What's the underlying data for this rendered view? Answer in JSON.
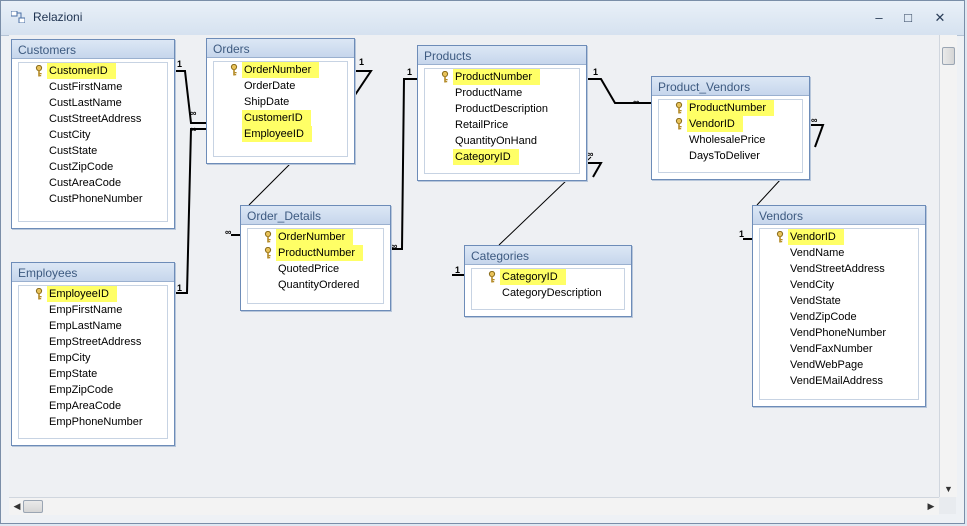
{
  "window": {
    "title": "Relazioni",
    "minimize": "–",
    "maximize": "□",
    "close": "✕"
  },
  "icons": {
    "app": "relationships-icon",
    "key": "primary-key-icon"
  },
  "colors": {
    "highlight": "#ffff66",
    "header": "#c6d6ec",
    "border": "#6d8cb8"
  },
  "relation_labels": {
    "one": "1",
    "many": "∞"
  },
  "tables": {
    "customers": {
      "title": "Customers",
      "fields": [
        {
          "name": "CustomerID",
          "key": true,
          "hl": true
        },
        {
          "name": "CustFirstName"
        },
        {
          "name": "CustLastName"
        },
        {
          "name": "CustStreetAddress"
        },
        {
          "name": "CustCity"
        },
        {
          "name": "CustState"
        },
        {
          "name": "CustZipCode"
        },
        {
          "name": "CustAreaCode"
        },
        {
          "name": "CustPhoneNumber"
        }
      ]
    },
    "employees": {
      "title": "Employees",
      "fields": [
        {
          "name": "EmployeeID",
          "key": true,
          "hl": true
        },
        {
          "name": "EmpFirstName"
        },
        {
          "name": "EmpLastName"
        },
        {
          "name": "EmpStreetAddress"
        },
        {
          "name": "EmpCity"
        },
        {
          "name": "EmpState"
        },
        {
          "name": "EmpZipCode"
        },
        {
          "name": "EmpAreaCode"
        },
        {
          "name": "EmpPhoneNumber"
        }
      ]
    },
    "orders": {
      "title": "Orders",
      "fields": [
        {
          "name": "OrderNumber",
          "key": true,
          "hl": true
        },
        {
          "name": "OrderDate"
        },
        {
          "name": "ShipDate"
        },
        {
          "name": "CustomerID",
          "hl": true
        },
        {
          "name": "EmployeeID",
          "hl": true
        }
      ]
    },
    "order_details": {
      "title": "Order_Details",
      "fields": [
        {
          "name": "OrderNumber",
          "key": true,
          "hl": true
        },
        {
          "name": "ProductNumber",
          "key": true,
          "hl": true
        },
        {
          "name": "QuotedPrice"
        },
        {
          "name": "QuantityOrdered"
        }
      ]
    },
    "products": {
      "title": "Products",
      "fields": [
        {
          "name": "ProductNumber",
          "key": true,
          "hl": true
        },
        {
          "name": "ProductName"
        },
        {
          "name": "ProductDescription"
        },
        {
          "name": "RetailPrice"
        },
        {
          "name": "QuantityOnHand"
        },
        {
          "name": "CategoryID",
          "hl": true
        }
      ]
    },
    "categories": {
      "title": "Categories",
      "fields": [
        {
          "name": "CategoryID",
          "key": true,
          "hl": true
        },
        {
          "name": "CategoryDescription"
        }
      ]
    },
    "product_vendors": {
      "title": "Product_Vendors",
      "fields": [
        {
          "name": "ProductNumber",
          "key": true,
          "hl": true
        },
        {
          "name": "VendorID",
          "key": true,
          "hl": true
        },
        {
          "name": "WholesalePrice"
        },
        {
          "name": "DaysToDeliver"
        }
      ]
    },
    "vendors": {
      "title": "Vendors",
      "fields": [
        {
          "name": "VendorID",
          "key": true,
          "hl": true
        },
        {
          "name": "VendName"
        },
        {
          "name": "VendStreetAddress"
        },
        {
          "name": "VendCity"
        },
        {
          "name": "VendState"
        },
        {
          "name": "VendZipCode"
        },
        {
          "name": "VendPhoneNumber"
        },
        {
          "name": "VendFaxNumber"
        },
        {
          "name": "VendWebPage"
        },
        {
          "name": "VendEMailAddress"
        }
      ]
    }
  }
}
